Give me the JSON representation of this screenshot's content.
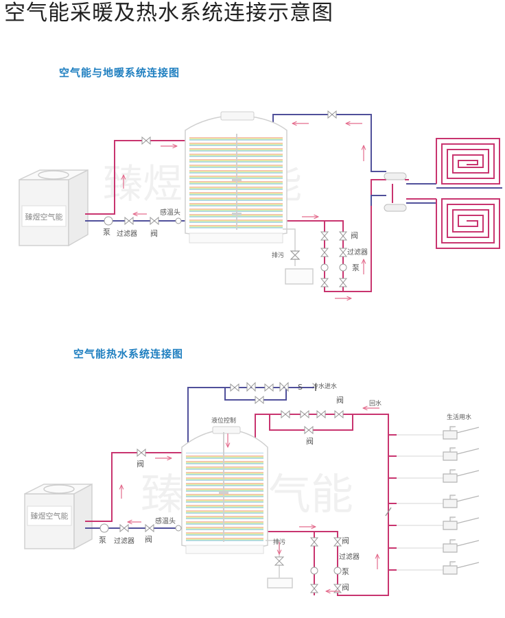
{
  "page_title": "空气能采暖及热水系统连接示意图",
  "watermark": "臻煜空气能",
  "colors": {
    "hot_pipe": "#c8336e",
    "cold_pipe": "#4f4f9a",
    "arrow": "#e36b8c",
    "equipment": "#cfcfcf",
    "title_blue": "#1f7fc0",
    "label": "#555555"
  },
  "diagram1": {
    "title": "空气能与地暖系统连接图",
    "unit_brand": "臻煜空气能",
    "labels": {
      "sensor": "感温头",
      "pump": "泵",
      "filter": "过滤器",
      "valve": "阀",
      "drain": "排污",
      "valve_r": "阀",
      "filter_r": "过滤器",
      "pump_r": "泵"
    }
  },
  "diagram2": {
    "title": "空气能热水系统连接图",
    "unit_brand": "臻煜空气能",
    "labels": {
      "cold_inlet": "冷水进水",
      "s_mark": "S",
      "valve_top": "阀",
      "return_water": "回水",
      "level_control": "液位控制",
      "valve_mid": "阀",
      "domestic_water": "生活用水",
      "valve_left": "阀",
      "sensor": "感温头",
      "pump": "泵",
      "filter": "过滤器",
      "valve": "阀",
      "drain": "排污",
      "valve_r": "阀",
      "filter_r": "过滤器",
      "pump_r": "泵",
      "valve_r2": "阀"
    }
  }
}
